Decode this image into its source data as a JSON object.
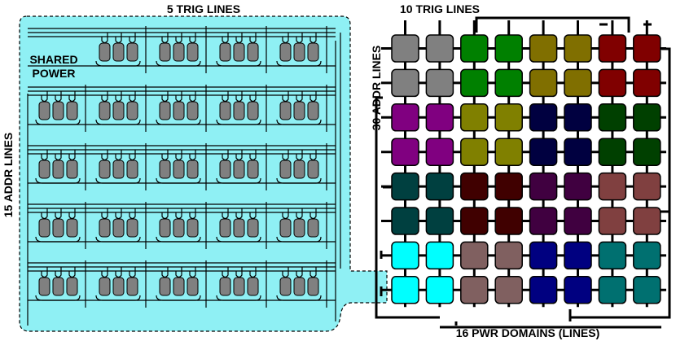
{
  "labels": {
    "trig_left": "5 TRIG LINES",
    "addr_left": "15 ADDR LINES",
    "shared_power_1": "SHARED",
    "shared_power_2": "POWER",
    "trig_right": "10 TRIG LINES",
    "addr_right": "30 ADDR LINES",
    "pwr_domains": "16 PWR DOMAINS (LINES)"
  },
  "colors": {
    "panel_fill": "#8ff0f4",
    "cell_gray": "#808080",
    "grid_rows": [
      [
        "#808080",
        "#808080",
        "#008000",
        "#008000",
        "#806f00",
        "#806f00",
        "#800000",
        "#800000"
      ],
      [
        "#808080",
        "#808080",
        "#008000",
        "#008000",
        "#806f00",
        "#806f00",
        "#800000",
        "#800000"
      ],
      [
        "#800080",
        "#800080",
        "#808000",
        "#808000",
        "#000040",
        "#000040",
        "#004000",
        "#004000"
      ],
      [
        "#800080",
        "#800080",
        "#808000",
        "#808000",
        "#000040",
        "#000040",
        "#004000",
        "#004000"
      ],
      [
        "#004040",
        "#004040",
        "#400000",
        "#400000",
        "#400040",
        "#400040",
        "#804040",
        "#804040"
      ],
      [
        "#004040",
        "#004040",
        "#400000",
        "#400000",
        "#400040",
        "#400040",
        "#804040",
        "#804040"
      ],
      [
        "#00ffff",
        "#00ffff",
        "#806060",
        "#806060",
        "#000080",
        "#000080",
        "#007070",
        "#007070"
      ],
      [
        "#00ffff",
        "#00ffff",
        "#806060",
        "#806060",
        "#000080",
        "#000080",
        "#007070",
        "#007070"
      ]
    ]
  }
}
